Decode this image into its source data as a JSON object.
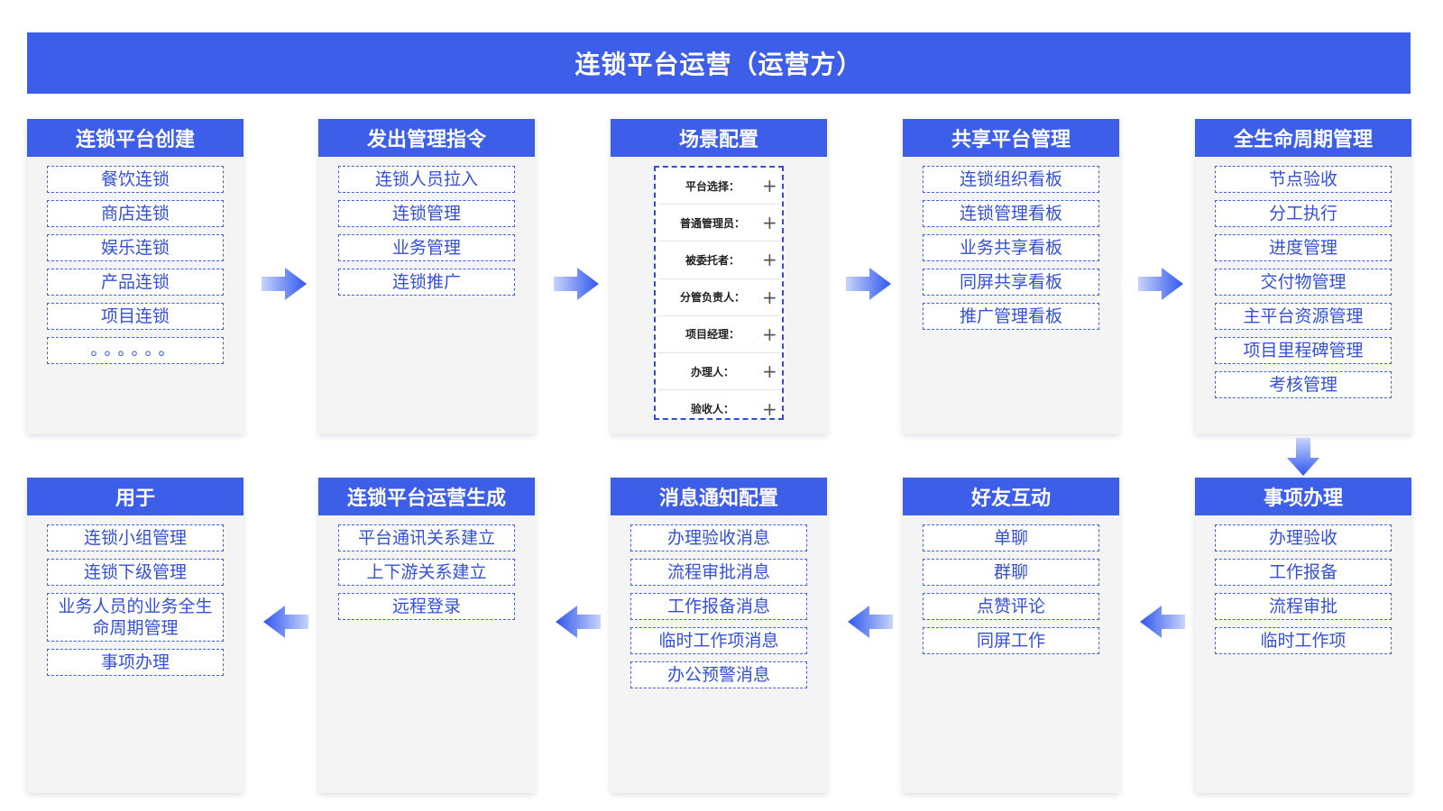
{
  "title": "连锁平台运营（运营方）",
  "cards": {
    "create": {
      "title": "连锁平台创建",
      "items": [
        "餐饮连锁",
        "商店连锁",
        "娱乐连锁",
        "产品连锁",
        "项目连锁",
        "。。。。。。"
      ]
    },
    "command": {
      "title": "发出管理指令",
      "items": [
        "连锁人员拉入",
        "连锁管理",
        "业务管理",
        "连锁推广"
      ]
    },
    "scene": {
      "title": "场景配置",
      "fields": [
        "平台选择：",
        "普通管理员：",
        "被委托者：",
        "分管负责人：",
        "项目经理：",
        "办理人：",
        "验收人："
      ],
      "plus": "+"
    },
    "share": {
      "title": "共享平台管理",
      "items": [
        "连锁组织看板",
        "连锁管理看板",
        "业务共享看板",
        "同屏共享看板",
        "推广管理看板"
      ]
    },
    "lifecycle": {
      "title": "全生命周期管理",
      "items": [
        "节点验收",
        "分工执行",
        "进度管理",
        "交付物管理",
        "主平台资源管理",
        "项目里程碑管理",
        "考核管理"
      ]
    },
    "usage": {
      "title": "用于",
      "items": [
        "连锁小组管理",
        "连锁下级管理",
        "业务人员的业务全生命周期管理",
        "事项办理"
      ]
    },
    "generate": {
      "title": "连锁平台运营生成",
      "items": [
        "平台通讯关系建立",
        "上下游关系建立",
        "远程登录"
      ]
    },
    "message": {
      "title": "消息通知配置",
      "items": [
        "办理验收消息",
        "流程审批消息",
        "工作报备消息",
        "临时工作项消息",
        "办公预警消息"
      ]
    },
    "friends": {
      "title": "好友互动",
      "items": [
        "单聊",
        "群聊",
        "点赞评论",
        "同屏工作"
      ]
    },
    "affairs": {
      "title": "事项办理",
      "items": [
        "办理验收",
        "工作报备",
        "流程审批",
        "临时工作项"
      ]
    }
  },
  "colors": {
    "primary": "#3d5ee9",
    "card_bg": "#f4f4f5",
    "arrow_light": "#c7d4fb",
    "arrow_dark": "#2f56ee"
  }
}
